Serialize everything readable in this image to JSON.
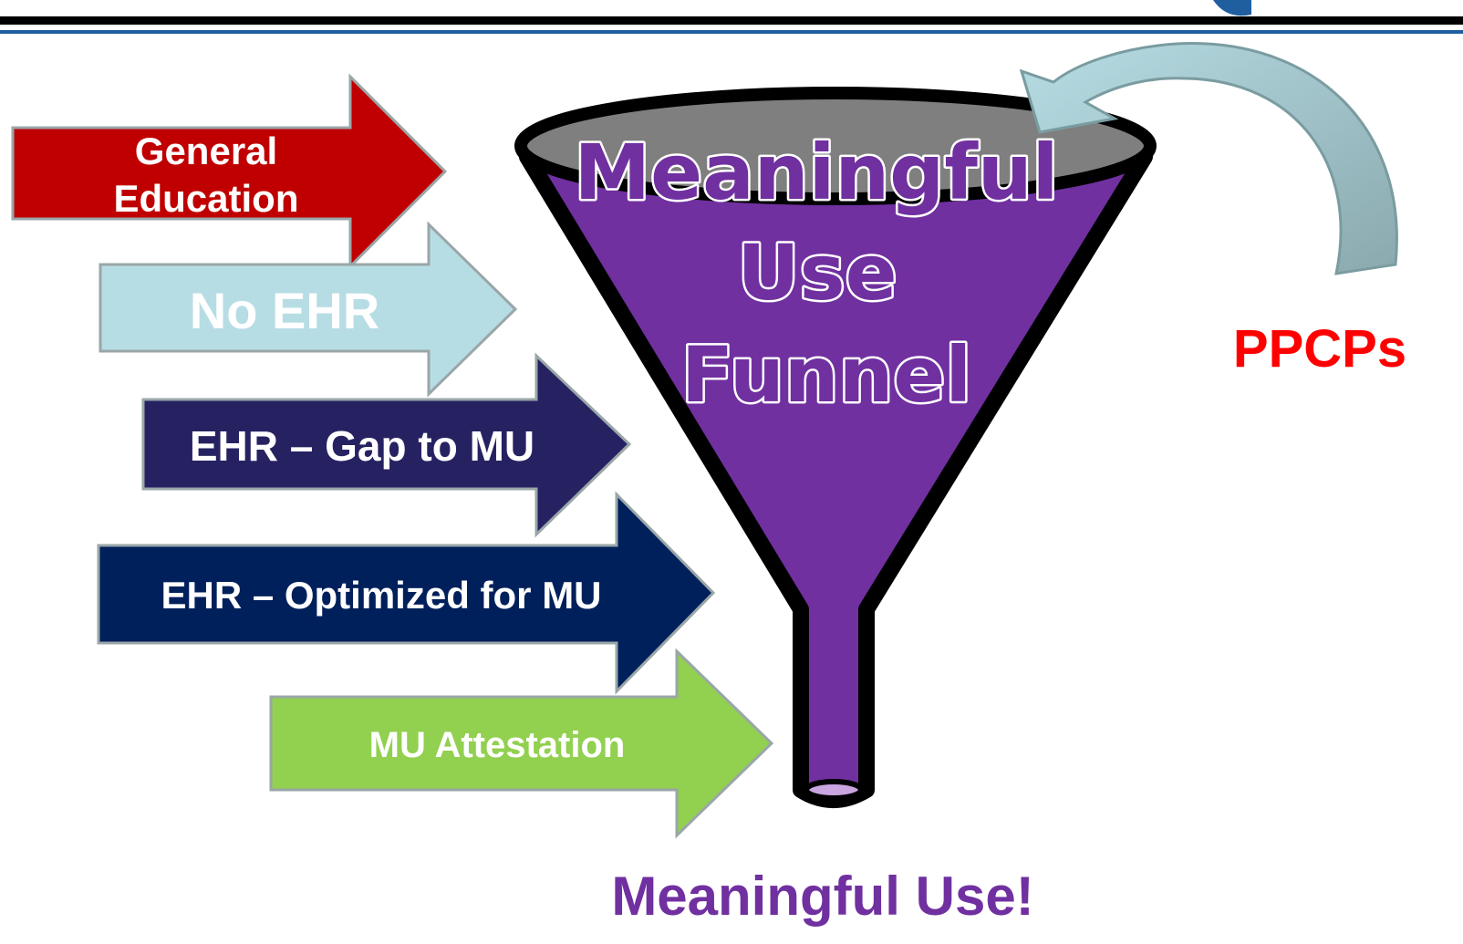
{
  "arrows": [
    {
      "label_line1": "General",
      "label_line2": "Education",
      "fill": "#c00000",
      "text_color": "#ffffff"
    },
    {
      "label": "No EHR",
      "fill": "#b7dde4",
      "text_color": "#ffffff"
    },
    {
      "label": "EHR – Gap to MU",
      "fill": "#262262",
      "text_color": "#ffffff"
    },
    {
      "label": "EHR – Optimized for MU",
      "fill": "#00205b",
      "text_color": "#ffffff"
    },
    {
      "label": "MU Attestation",
      "fill": "#92d050",
      "text_color": "#ffffff"
    }
  ],
  "funnel": {
    "line1": "Meaningful",
    "line2": "Use",
    "line3": "Funnel",
    "fill": "#7030a0",
    "outline": "#000000"
  },
  "side_label": {
    "text": "PPCPs",
    "color": "#ff0000"
  },
  "output_label": {
    "text": "Meaningful Use!",
    "color": "#7030a0"
  },
  "colors": {
    "header_rule": "#000000",
    "header_rule_accent": "#1f5fa0",
    "curved_arrow": "#9ab9bd"
  }
}
